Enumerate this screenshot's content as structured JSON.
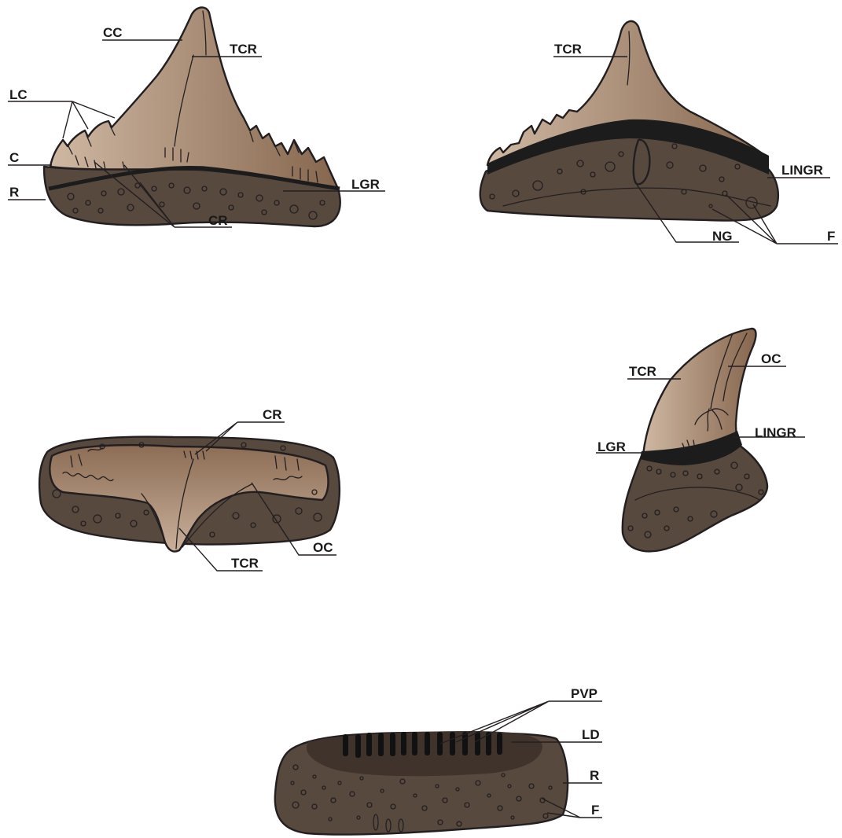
{
  "colors": {
    "crown_light": "#cdb49e",
    "crown_dark": "#8a6b53",
    "root": "#58493f",
    "root_dark": "#453830",
    "groove": "#1c1c1c",
    "outline": "#231f20"
  },
  "views": [
    {
      "id": "labial",
      "labels": {
        "cc": "CC",
        "tcr": "TCR",
        "lc": "LC",
        "c": "C",
        "r": "R",
        "lgr": "LGR",
        "cr": "CR"
      }
    },
    {
      "id": "lingual",
      "labels": {
        "tcr": "TCR",
        "lingr": "LINGR",
        "ng": "NG",
        "f": "F"
      }
    },
    {
      "id": "occlusal",
      "labels": {
        "cr": "CR",
        "oc": "OC",
        "tcr": "TCR"
      }
    },
    {
      "id": "lateral",
      "labels": {
        "tcr": "TCR",
        "oc": "OC",
        "lingr": "LINGR",
        "lgr": "LGR"
      }
    },
    {
      "id": "basal",
      "labels": {
        "pvp": "PVP",
        "ld": "LD",
        "r": "R",
        "f": "F"
      }
    }
  ]
}
